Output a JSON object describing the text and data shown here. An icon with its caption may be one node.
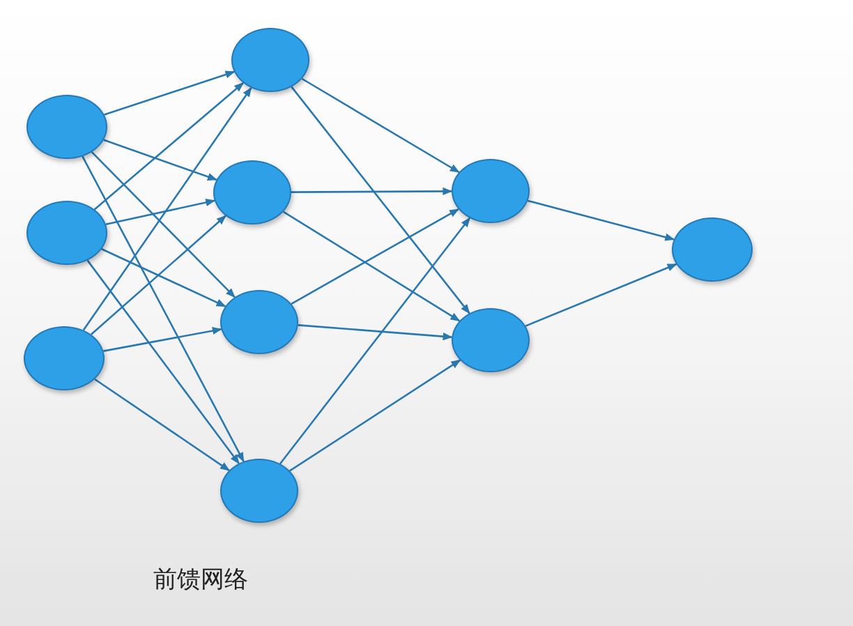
{
  "diagram": {
    "nodes": [
      {
        "text": [],
        "shape": "circle"
      },
      {
        "text": [],
        "shape": "circle"
      },
      {
        "text": [],
        "shape": "circle"
      },
      {
        "text": [],
        "shape": "circle"
      },
      {
        "text": [],
        "shape": "circle"
      },
      {
        "text": [],
        "shape": "circle"
      },
      {
        "text": [],
        "shape": "circle"
      },
      {
        "text": [],
        "shape": "circle"
      },
      {
        "text": [],
        "shape": "circle"
      },
      {
        "text": [],
        "shape": "circle"
      }
    ],
    "edges": [
      {
        "from": 0,
        "to": 3,
        "arrow": "to"
      },
      {
        "from": 0,
        "to": 4,
        "arrow": "to"
      },
      {
        "from": 0,
        "to": 5,
        "arrow": "to"
      },
      {
        "from": 0,
        "to": 6,
        "arrow": "to"
      },
      {
        "from": 1,
        "to": 3,
        "arrow": "to"
      },
      {
        "from": 1,
        "to": 4,
        "arrow": "to"
      },
      {
        "from": 1,
        "to": 5,
        "arrow": "to"
      },
      {
        "from": 1,
        "to": 6,
        "arrow": "to"
      },
      {
        "from": 2,
        "to": 3,
        "arrow": "to"
      },
      {
        "from": 2,
        "to": 4,
        "arrow": "to"
      },
      {
        "from": 2,
        "to": 5,
        "arrow": "to"
      },
      {
        "from": 2,
        "to": 6,
        "arrow": "to"
      },
      {
        "from": 3,
        "to": 7,
        "arrow": "to"
      },
      {
        "from": 3,
        "to": 8,
        "arrow": "to"
      },
      {
        "from": 4,
        "to": 7,
        "arrow": "to"
      },
      {
        "from": 4,
        "to": 8,
        "arrow": "to"
      },
      {
        "from": 5,
        "to": 7,
        "arrow": "to"
      },
      {
        "from": 5,
        "to": 8,
        "arrow": "to"
      },
      {
        "from": 6,
        "to": 7,
        "arrow": "to"
      },
      {
        "from": 6,
        "to": 8,
        "arrow": "to"
      },
      {
        "from": 7,
        "to": 9,
        "arrow": "to"
      },
      {
        "from": 8,
        "to": 9,
        "arrow": "to"
      }
    ],
    "labels": [
      "前馈网络"
    ]
  }
}
